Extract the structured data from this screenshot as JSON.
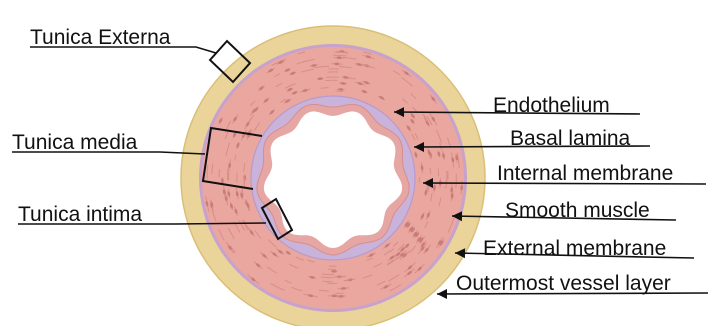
{
  "labels": {
    "tunica_externa": "Tunica Externa",
    "tunica_media": "Tunica media",
    "tunica_intima": "Tunica intima",
    "endothelium": "Endothelium",
    "basal_lamina": "Basal lamina",
    "internal_membrane": "Internal membrane",
    "smooth_muscle": "Smooth muscle",
    "external_membrane": "External membrane",
    "outermost_vessel_layer": "Outermost vessel layer"
  },
  "colors": {
    "tunica_externa": "#EAD49A",
    "tunica_externa_edge": "#D9BF76",
    "external_membrane": "#C7A2CC",
    "smooth_muscle": "#E9A7A0",
    "smooth_muscle_fiber": "#D98E86",
    "nucleus": "#C97D78",
    "internal_membrane": "#C9B3DA",
    "internal_membrane_edge": "#B79ACD",
    "intima_cells": "#E6A6A4",
    "lumen": "#FFFFFF",
    "line": "#111111"
  }
}
